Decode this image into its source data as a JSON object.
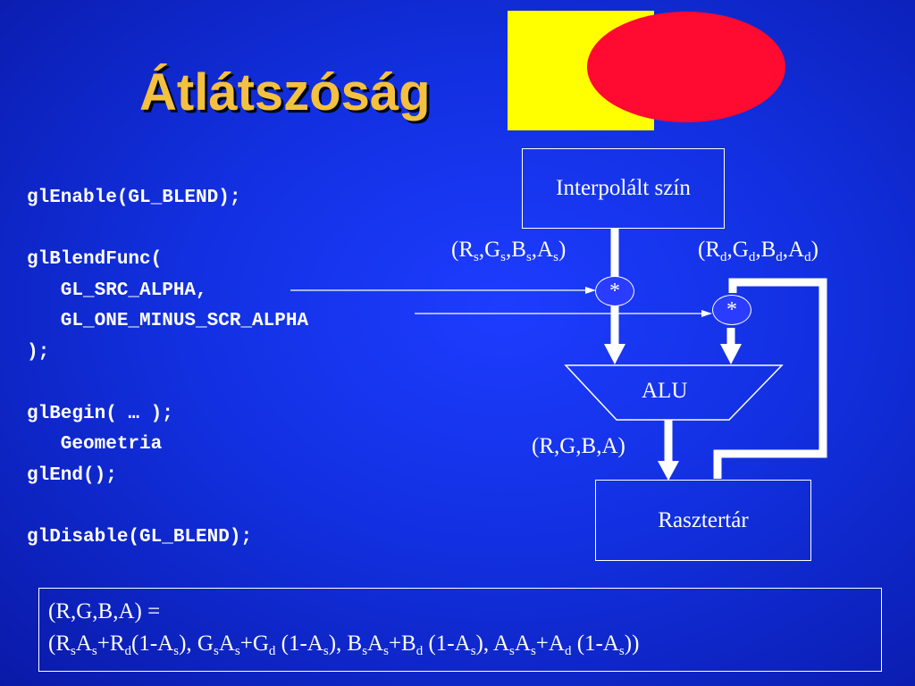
{
  "title": "Átlátszóság",
  "code_lines": [
    "glEnable(GL_BLEND);",
    "",
    "glBlendFunc(",
    "   GL_SRC_ALPHA,",
    "   GL_ONE_MINUS_SCR_ALPHA",
    ");",
    "",
    "glBegin( … );",
    "   Geometria",
    "glEnd();",
    "",
    "glDisable(GL_BLEND);"
  ],
  "diagram": {
    "interpolated_color": "Interpolált szín",
    "alu": "ALU",
    "framebuffer": "Rasztertár",
    "multiply_symbol": "*",
    "result_rgba": "(R,G,B,A)",
    "source_rgba": {
      "open": "(",
      "r": "R",
      "g": "G",
      "b": "B",
      "a": "A",
      "sub": "s",
      "close": ")"
    },
    "dest_rgba": {
      "open": "(",
      "r": "R",
      "g": "G",
      "b": "B",
      "a": "A",
      "sub": "d",
      "close": ")"
    }
  },
  "formula": {
    "line1": "(R,G,B,A) =",
    "line2": "(RsAs+Rd(1-As), GsAs+Gd (1-As), BsAs+Bd (1-As), AsAs+Ad (1-As))"
  },
  "colors": {
    "title": "#f4c040",
    "yellow_square": "#ffff00",
    "red_ellipse": "#ff0a30",
    "lines": "#ffffff"
  }
}
